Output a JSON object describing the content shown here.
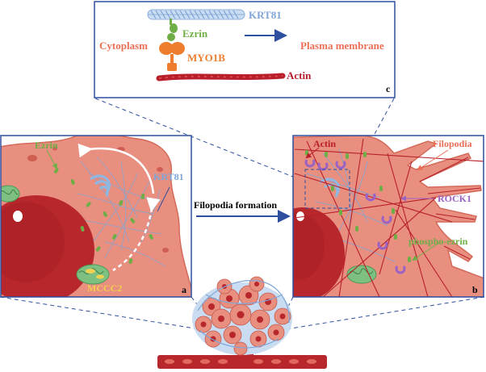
{
  "panel_c": {
    "cytoplasm_label": "Cytoplasm",
    "plasma_membrane_label": "Plasma membrane",
    "krt81_label": "KRT81",
    "ezrin_label": "Ezrin",
    "myo1b_label": "MYO1B",
    "actin_label": "Actin",
    "panel_letter": "c"
  },
  "panel_a": {
    "ezrin_label": "Ezrin",
    "krt81_label": "KRT81",
    "mccc2_label": "MCCC2",
    "panel_letter": "a"
  },
  "middle": {
    "arrow_label": "Filopodia formation"
  },
  "panel_b": {
    "actin_label": "Actin",
    "filopodia_label": "Filopodia",
    "rock1_label": "ROCK1",
    "phospho_ezrin_label": "phospho-ezrin",
    "panel_letter": "b"
  },
  "colors": {
    "frame": "#2e4fa0",
    "cell_fill": "#e88f80",
    "nucleus": "#b8272c",
    "krt81_blue": "#9dbde4",
    "ezrin_green": "#6fae46",
    "myo1b_orange": "#ef7d2e",
    "actin_red": "#b81f2a",
    "rock1_purple": "#9a62c4",
    "label_salmon": "#ec6e55",
    "mccc2_yellow": "#f0d050"
  }
}
